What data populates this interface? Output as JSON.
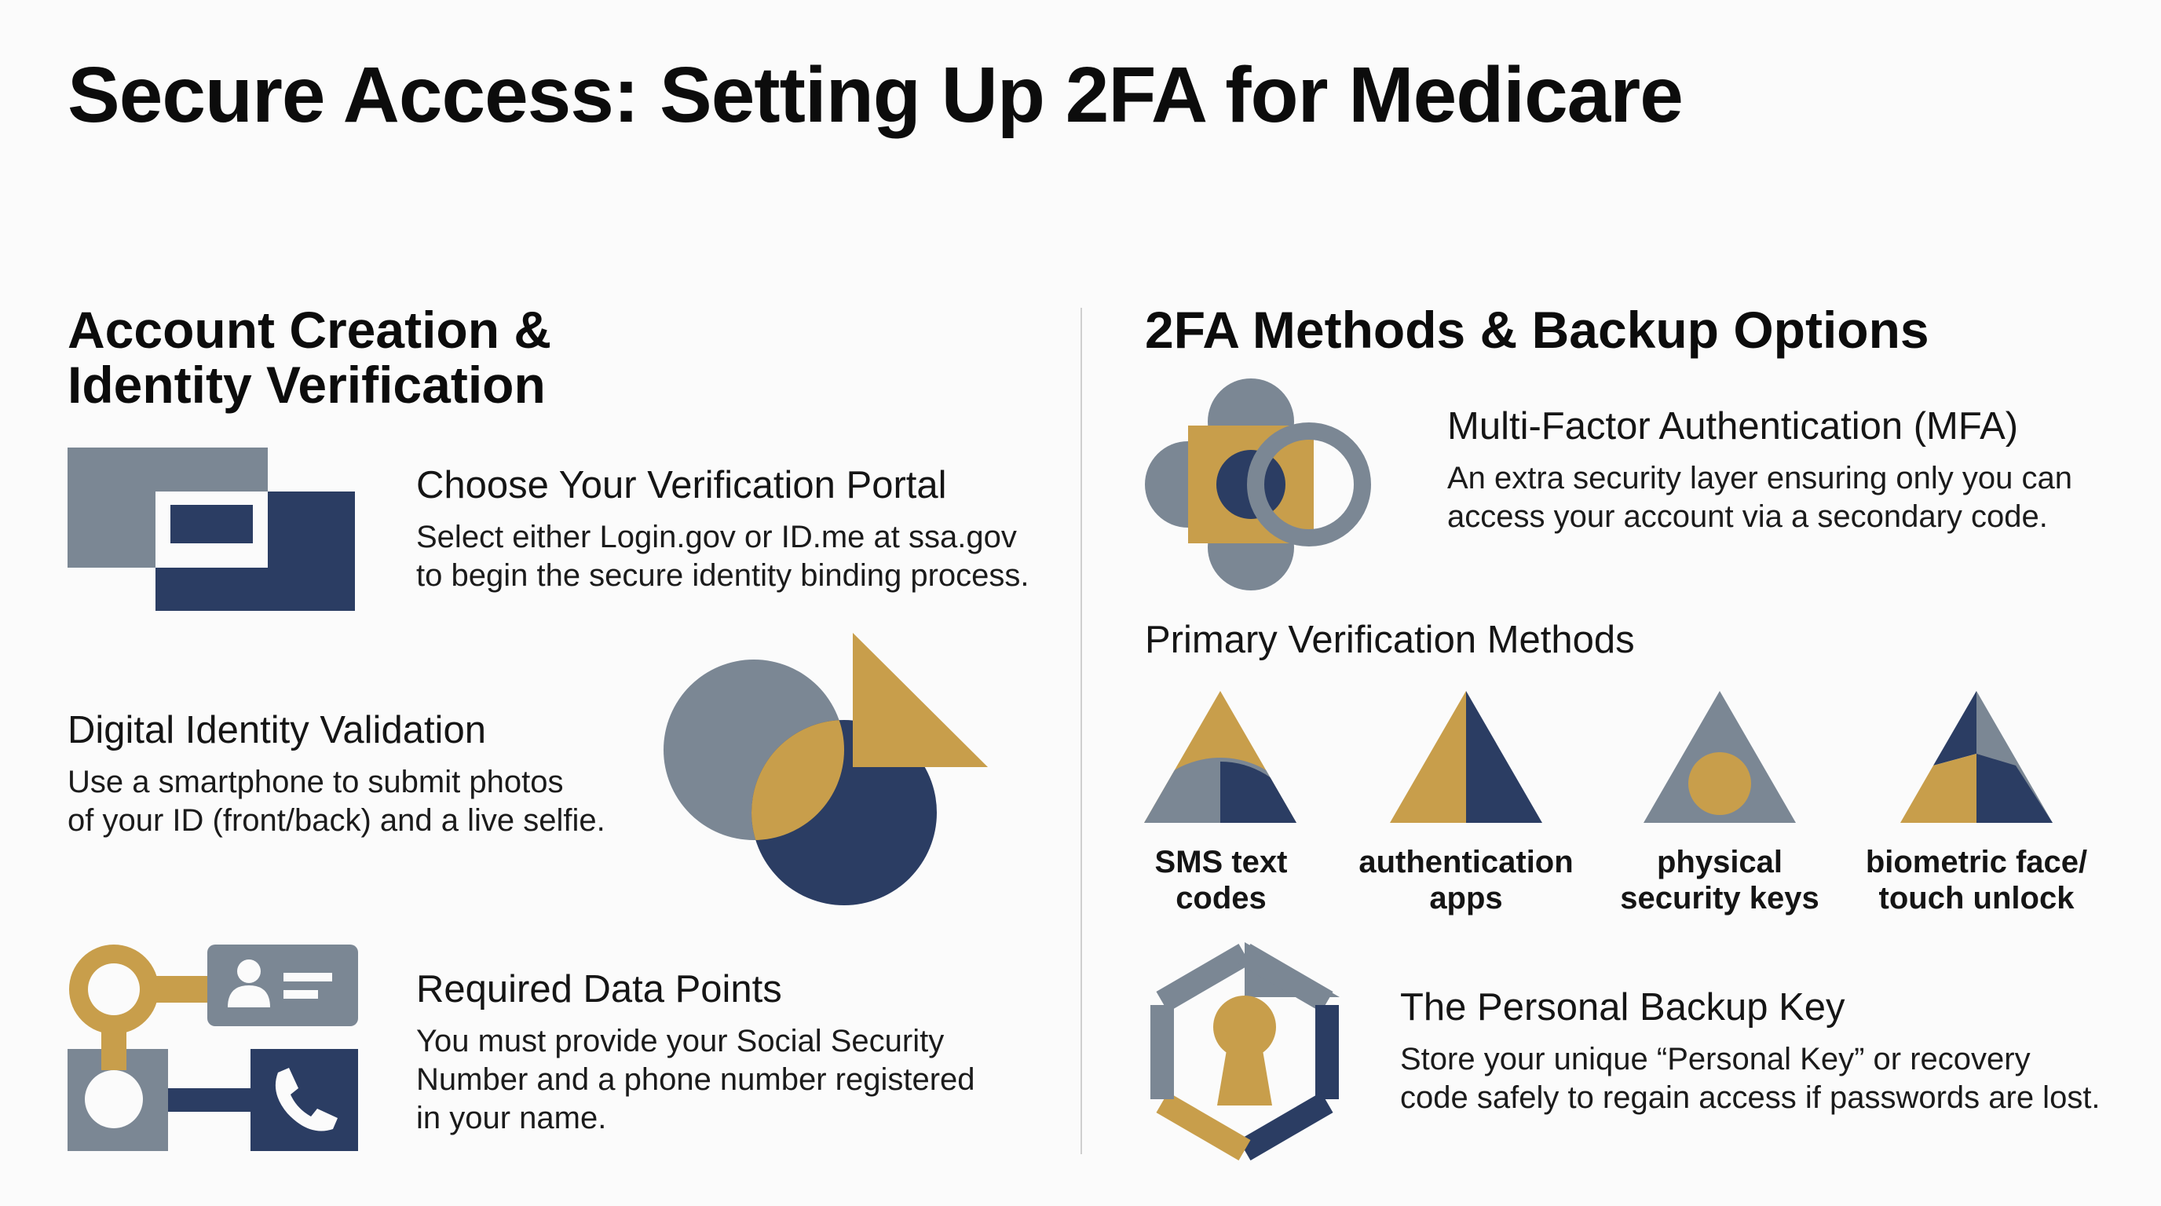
{
  "title": "Secure Access: Setting Up 2FA for Medicare",
  "colors": {
    "navy": "#2b3d63",
    "slate": "#7b8794",
    "gold": "#c89e4b",
    "background": "#fbfbfb"
  },
  "left": {
    "heading_line1": "Account Creation &",
    "heading_line2": "Identity Verification",
    "portal": {
      "title": "Choose Your Verification Portal",
      "text_line1": "Select either Login.gov or ID.me at ssa.gov",
      "text_line2": "to begin the secure identity binding process.",
      "icon": "portal-window-icon"
    },
    "digital": {
      "title": "Digital Identity Validation",
      "text_line1": "Use a smartphone to submit photos",
      "text_line2": "of your ID (front/back) and a live selfie.",
      "icon": "shapes-composition-icon"
    },
    "required": {
      "title": "Required Data Points",
      "text_line1": "You must provide your Social Security",
      "text_line2": "Number and a phone number registered",
      "text_line3": "in your name.",
      "icon": "id-card-phone-icon"
    }
  },
  "right": {
    "heading": "2FA Methods & Backup Options",
    "mfa": {
      "title": "Multi-Factor Authentication (MFA)",
      "text_line1": "An extra security layer ensuring only you can",
      "text_line2": "access your account via a secondary code.",
      "icon": "mfa-shapes-icon"
    },
    "primary_heading": "Primary Verification Methods",
    "methods": [
      {
        "line1": "SMS text",
        "line2": "codes",
        "icon": "sms-triangle-icon"
      },
      {
        "line1": "authentication",
        "line2": "apps",
        "icon": "app-triangle-icon"
      },
      {
        "line1": "physical",
        "line2": "security keys",
        "icon": "key-triangle-icon"
      },
      {
        "line1": "biometric face/",
        "line2": "touch unlock",
        "icon": "biometric-triangle-icon"
      }
    ],
    "backup": {
      "title": "The Personal Backup Key",
      "text_line1": "Store your unique “Personal Key” or recovery",
      "text_line2": "code safely to regain access if passwords are lost.",
      "icon": "keyhole-hexagon-icon"
    }
  }
}
